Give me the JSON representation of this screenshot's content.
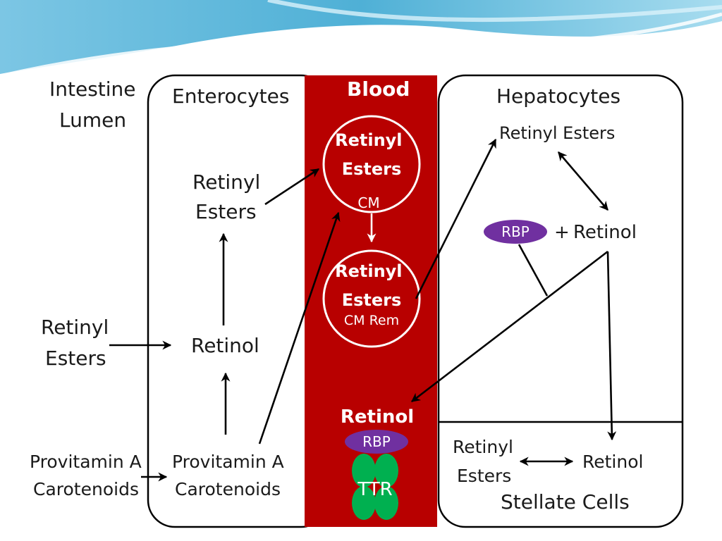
{
  "colors": {
    "blood": "#b80000",
    "rbp": "#7030a0",
    "ttr": "#00b050",
    "header_wave": "#4fb0d6"
  },
  "columns": {
    "lumen": [
      "Intestine",
      "Lumen"
    ],
    "enterocytes": "Enterocytes",
    "blood": "Blood",
    "hepatocytes": "Hepatocytes",
    "stellate": "Stellate Cells"
  },
  "lumen": {
    "retinyl_esters": [
      "Retinyl",
      "Esters"
    ],
    "provitamin": [
      "Provitamin A",
      "Carotenoids"
    ]
  },
  "enterocytes": {
    "retinyl_esters": [
      "Retinyl",
      "Esters"
    ],
    "retinol": "Retinol",
    "provitamin": [
      "Provitamin A",
      "Carotenoids"
    ]
  },
  "blood": {
    "cm_circle": {
      "line1": "Retinyl",
      "line2": "Esters",
      "tag": "CM"
    },
    "cmrem_circle": {
      "line1": "Retinyl",
      "line2": "Esters",
      "tag": "CM Rem"
    },
    "retinol": "Retinol",
    "rbp": "RBP",
    "ttr": "TTR"
  },
  "hepatocytes": {
    "retinyl_esters": "Retinyl Esters",
    "rbp": "RBP",
    "plus": "+",
    "retinol": "Retinol"
  },
  "stellate": {
    "retinyl_esters": [
      "Retinyl",
      "Esters"
    ],
    "retinol": "Retinol"
  }
}
